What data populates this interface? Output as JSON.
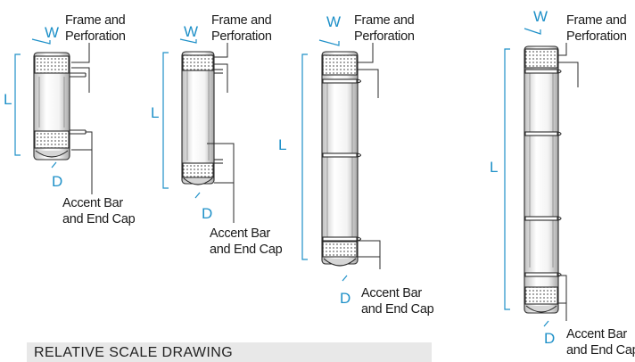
{
  "colors": {
    "dimension": "#1e90c8",
    "line": "#2a2a2a",
    "perforation": "#6a6a6a"
  },
  "fixtures": [
    {
      "frame_label_line1": "Frame and",
      "frame_label_line2": "Perforation",
      "accent_label_line1": "Accent Bar",
      "accent_label_line2": "and End Cap",
      "dim_w": "W",
      "dim_l": "L",
      "dim_d": "D"
    },
    {
      "frame_label_line1": "Frame and",
      "frame_label_line2": "Perforation",
      "accent_label_line1": "Accent Bar",
      "accent_label_line2": "and End Cap",
      "dim_w": "W",
      "dim_l": "L",
      "dim_d": "D"
    },
    {
      "frame_label_line1": "Frame and",
      "frame_label_line2": "Perforation",
      "accent_label_line1": "Accent Bar",
      "accent_label_line2": "and End Cap",
      "dim_w": "W",
      "dim_l": "L",
      "dim_d": "D"
    },
    {
      "frame_label_line1": "Frame and",
      "frame_label_line2": "Perforation",
      "accent_label_line1": "Accent Bar",
      "accent_label_line2": "and End Cap",
      "dim_w": "W",
      "dim_l": "L",
      "dim_d": "D"
    }
  ],
  "footer": {
    "title": "RELATIVE SCALE DRAWING"
  }
}
